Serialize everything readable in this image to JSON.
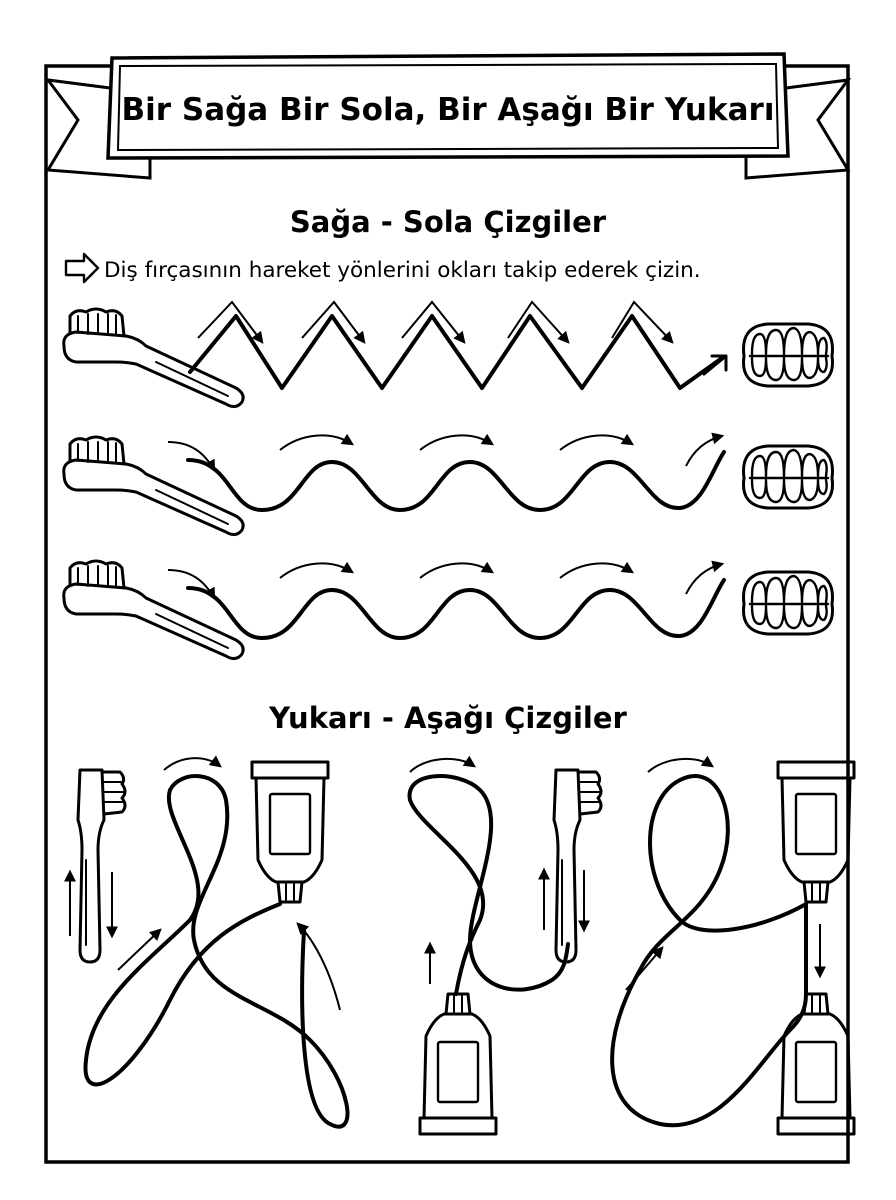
{
  "worksheet": {
    "title": "Bir Sağa Bir Sola, Bir Aşağı Bir Yukarı",
    "section1": {
      "heading": "Sağa - Sola Çizgiler",
      "instruction": "Diş fırçasının hareket yönlerini okları takip ederek çizin.",
      "instruction_icon": "arrow-right-outline-icon",
      "rows": [
        {
          "start_icon": "toothbrush-icon",
          "path": "zigzag",
          "end_icon": "teeth-icon"
        },
        {
          "start_icon": "toothbrush-icon",
          "path": "wave",
          "end_icon": "teeth-icon"
        },
        {
          "start_icon": "toothbrush-icon",
          "path": "wave",
          "end_icon": "teeth-icon"
        }
      ]
    },
    "section2": {
      "heading": "Yukarı - Aşağı Çizgiler",
      "items": [
        {
          "start_icon": "toothbrush-icon",
          "path": "loop",
          "end_icon": "toothpaste-tube-icon"
        },
        {
          "start_icon": "toothpaste-tube-icon",
          "path": "loop",
          "end_icon": "toothbrush-icon"
        },
        {
          "start_icon": "toothpaste-tube-icon",
          "path": "figure-eight",
          "end_icon": "toothpaste-tube-icon"
        }
      ]
    }
  }
}
